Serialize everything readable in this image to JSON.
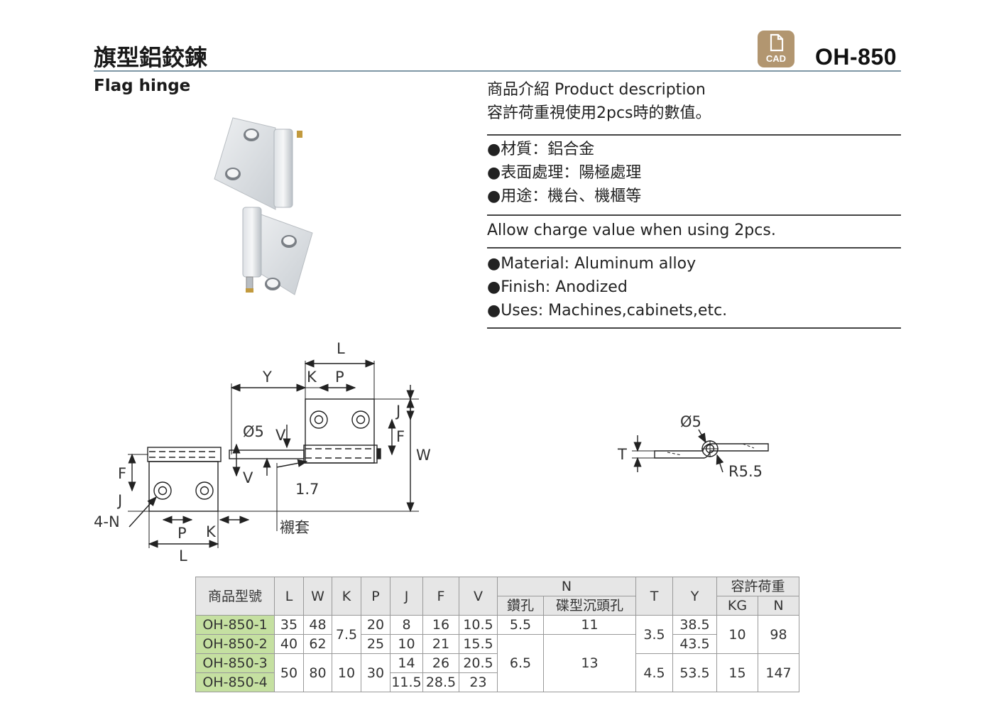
{
  "header": {
    "title_zh": "旗型鋁鉸鍊",
    "title_en": "Flag hinge",
    "model": "OH-850",
    "cad_label": "CAD"
  },
  "description": {
    "heading": "商品介紹 Product description",
    "note_zh": "容許荷重視使用2pcs時的數值。",
    "features_zh": [
      "●材質：鋁合金",
      "●表面處理：陽極處理",
      "●用途：機台、機櫃等"
    ],
    "note_en": "Allow charge value when using 2pcs.",
    "features_en": [
      "●Material: Aluminum alloy",
      "●Finish: Anodized",
      "●Uses: Machines,cabinets,etc."
    ]
  },
  "drawing": {
    "L": "L",
    "Y": "Y",
    "K": "K",
    "P": "P",
    "J": "J",
    "F": "F",
    "V": "V",
    "W": "W",
    "dia5": "Ø5",
    "d17": "1.7",
    "n4": "4-N",
    "bushing": "襯套"
  },
  "side_view": {
    "dia5": "Ø5",
    "T": "T",
    "R": "R5.5"
  },
  "table": {
    "headers": {
      "model": "商品型號",
      "L": "L",
      "W": "W",
      "K": "K",
      "P": "P",
      "J": "J",
      "F": "F",
      "V": "V",
      "N": "N",
      "drill": "鑽孔",
      "csk": "碟型沉頭孔",
      "T": "T",
      "Y": "Y",
      "load": "容許荷重",
      "kg": "KG",
      "newton": "N"
    },
    "models": [
      "OH-850-1",
      "OH-850-2",
      "OH-850-3",
      "OH-850-4"
    ],
    "r1": {
      "L": "35",
      "W": "48",
      "P": "20",
      "J": "8",
      "F": "16",
      "V": "10.5",
      "drill": "5.5",
      "csk": "11",
      "Y": "38.5"
    },
    "r2": {
      "L": "40",
      "W": "62",
      "P": "25",
      "J": "10",
      "F": "21",
      "V": "15.5",
      "Y": "43.5"
    },
    "r3": {
      "J": "14",
      "F": "26",
      "V": "20.5"
    },
    "r4": {
      "J": "11.5",
      "F": "28.5",
      "V": "23"
    },
    "k12": "7.5",
    "t12": "3.5",
    "kg12": "10",
    "n12": "98",
    "l34": "50",
    "w34": "80",
    "k34": "10",
    "p34": "30",
    "drill234": "6.5",
    "csk234": "13",
    "t34": "4.5",
    "y34": "53.5",
    "kg34": "15",
    "n34": "147"
  },
  "colors": {
    "model_cell": "#c5e0a1",
    "header_cell": "#e6e6e6",
    "cad_badge": "#b29670",
    "rule": "#7f97a6"
  }
}
